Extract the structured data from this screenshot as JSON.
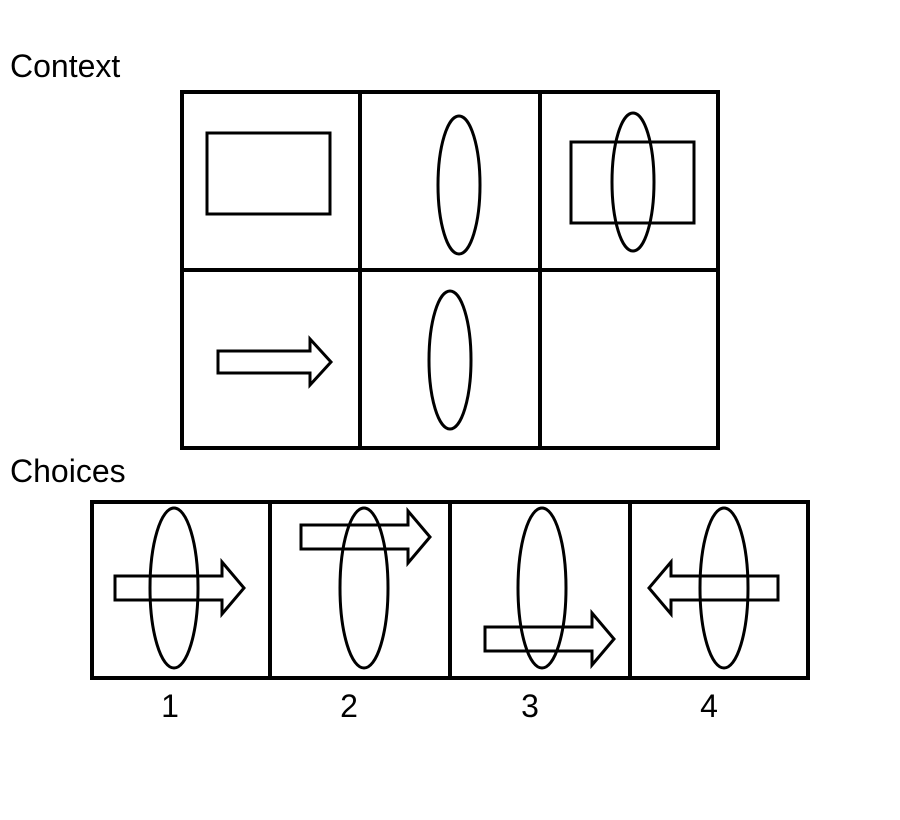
{
  "labels": {
    "context": "Context",
    "choices": "Choices"
  },
  "context": {
    "rows": [
      [
        {
          "shape": "rectangle"
        },
        {
          "shape": "vertical-ellipse"
        },
        {
          "shape": "rectangle-with-vertical-ellipse"
        }
      ],
      [
        {
          "shape": "right-arrow"
        },
        {
          "shape": "vertical-ellipse"
        },
        {
          "shape": "empty"
        }
      ]
    ]
  },
  "choices": [
    {
      "number": "1",
      "shape": "vertical-ellipse-with-right-arrow-centered"
    },
    {
      "number": "2",
      "shape": "vertical-ellipse-with-right-arrow-top"
    },
    {
      "number": "3",
      "shape": "vertical-ellipse-with-right-arrow-bottom"
    },
    {
      "number": "4",
      "shape": "vertical-ellipse-with-left-arrow-centered"
    }
  ],
  "colors": {
    "stroke": "#000000",
    "background": "#ffffff"
  }
}
